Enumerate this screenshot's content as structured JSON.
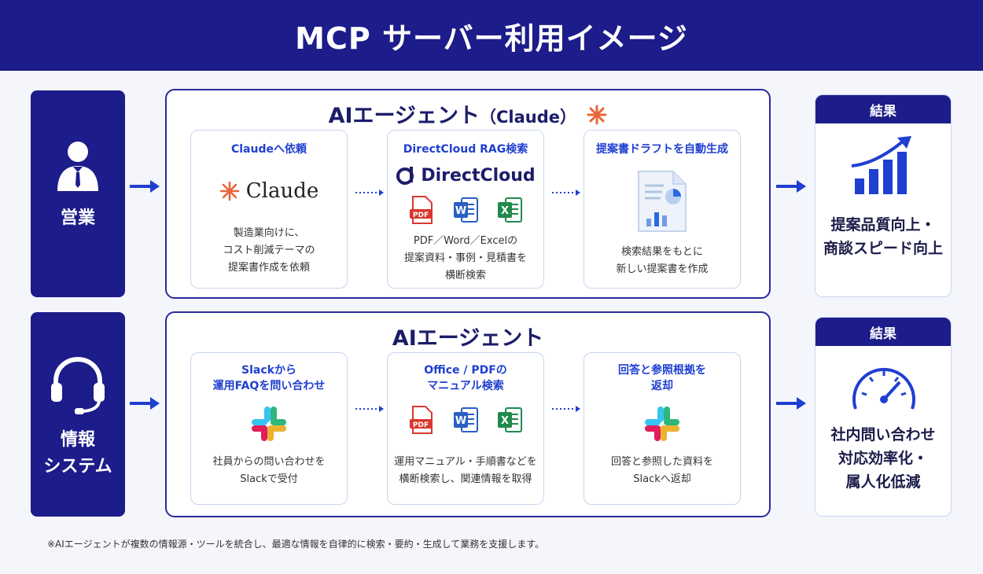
{
  "title": "MCP サーバー利用イメージ",
  "rows": [
    {
      "role": {
        "label_lines": [
          "営業"
        ],
        "icon": "businessperson-icon"
      },
      "agent_title": "AIエージェント",
      "agent_subtitle": "（Claude）",
      "cards": [
        {
          "title": "Claudeへ依頼",
          "logo": "Claude",
          "desc": [
            "製造業向けに、",
            "コスト削減テーマの",
            "提案書作成を依頼"
          ]
        },
        {
          "title": "DirectCloud RAG検索",
          "logo": "DirectCloud",
          "desc": [
            "PDF／Word／Excelの",
            "提案資料・事例・見積書を",
            "横断検索"
          ]
        },
        {
          "title": "提案書ドラフトを自動生成",
          "desc": [
            "検索結果をもとに",
            "新しい提案書を作成"
          ]
        }
      ],
      "result": {
        "head": "結果",
        "lines": [
          "提案品質向上・",
          "商談スピード向上"
        ],
        "icon": "growth-chart-icon"
      }
    },
    {
      "role": {
        "label_lines": [
          "情報",
          "システム"
        ],
        "icon": "headset-icon"
      },
      "agent_title": "AIエージェント",
      "cards": [
        {
          "title_lines": [
            "Slackから",
            "運用FAQを問い合わせ"
          ],
          "desc": [
            "社員からの問い合わせを",
            "Slackで受付"
          ]
        },
        {
          "title_lines": [
            "Office / PDFの",
            "マニュアル検索"
          ],
          "desc": [
            "運用マニュアル・手順書などを",
            "横断検索し、関連情報を取得"
          ]
        },
        {
          "title_lines": [
            "回答と参照根拠を",
            "返却"
          ],
          "desc": [
            "回答と参照した資料を",
            "Slackへ返却"
          ]
        }
      ],
      "result": {
        "head": "結果",
        "lines": [
          "社内問い合わせ",
          "対応効率化・",
          "属人化低減"
        ],
        "icon": "speedometer-icon"
      }
    }
  ],
  "file_labels": {
    "pdf": "PDF",
    "word": "W",
    "excel": "X"
  },
  "footnote": "※AIエージェントが複数の情報源・ツールを統合し、最適な情報を自律的に検索・要約・生成して業務を支援します。",
  "colors": {
    "navy": "#1c1c8a",
    "accent_blue": "#1f3fd1",
    "claude_orange": "#e8653a",
    "pdf_red": "#d9382e",
    "word_blue": "#2a5fc4",
    "excel_green": "#1f8a4c"
  }
}
